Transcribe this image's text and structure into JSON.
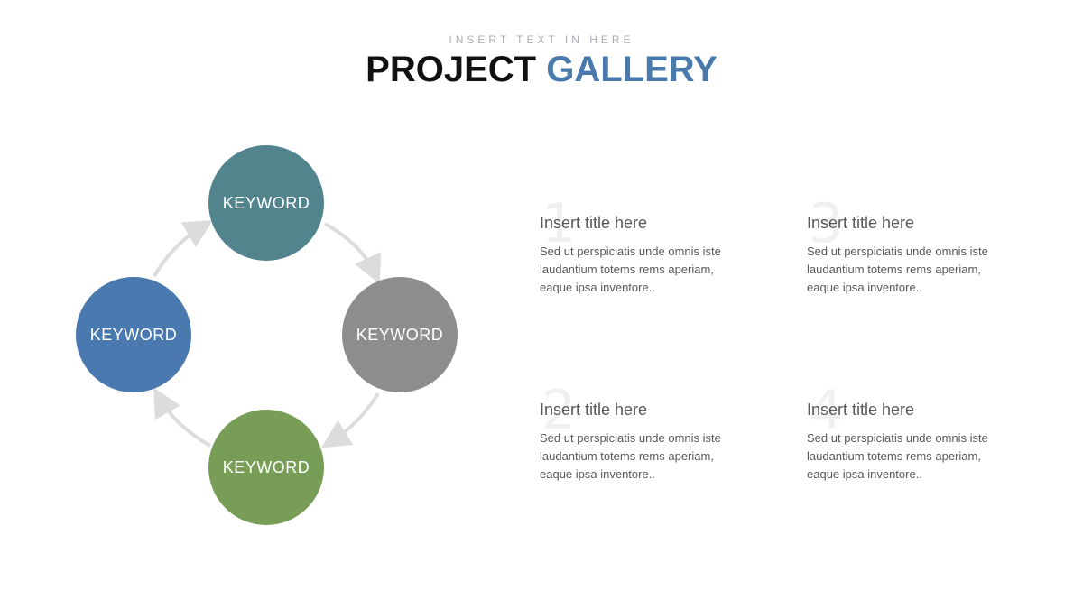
{
  "header": {
    "eyebrow": "INSERT TEXT IN HERE",
    "title_main": "PROJECT",
    "title_accent": "GALLERY"
  },
  "cycle": {
    "nodes": [
      {
        "label": "KEYWORD",
        "color": "#52848e"
      },
      {
        "label": "KEYWORD",
        "color": "#8c8d8d"
      },
      {
        "label": "KEYWORD",
        "color": "#789d56"
      },
      {
        "label": "KEYWORD",
        "color": "#4a79b0"
      }
    ],
    "arrow_color": "#dcdcdc"
  },
  "items": [
    {
      "number": "1",
      "title": "Insert title here",
      "text": "Sed ut perspiciatis unde omnis iste\nlaudantium totems  rems aperiam,\neaque ipsa inventore.."
    },
    {
      "number": "2",
      "title": "Insert title here",
      "text": "Sed ut perspiciatis unde omnis iste\nlaudantium totems  rems aperiam,\neaque ipsa inventore.."
    },
    {
      "number": "3",
      "title": "Insert title here",
      "text": "Sed ut perspiciatis unde omnis iste\nlaudantium totems  rems aperiam,\neaque ipsa inventore.."
    },
    {
      "number": "4",
      "title": "Insert title here",
      "text": "Sed ut perspiciatis unde omnis iste\nlaudantium totems  rems aperiam,\neaque ipsa inventore.."
    }
  ]
}
